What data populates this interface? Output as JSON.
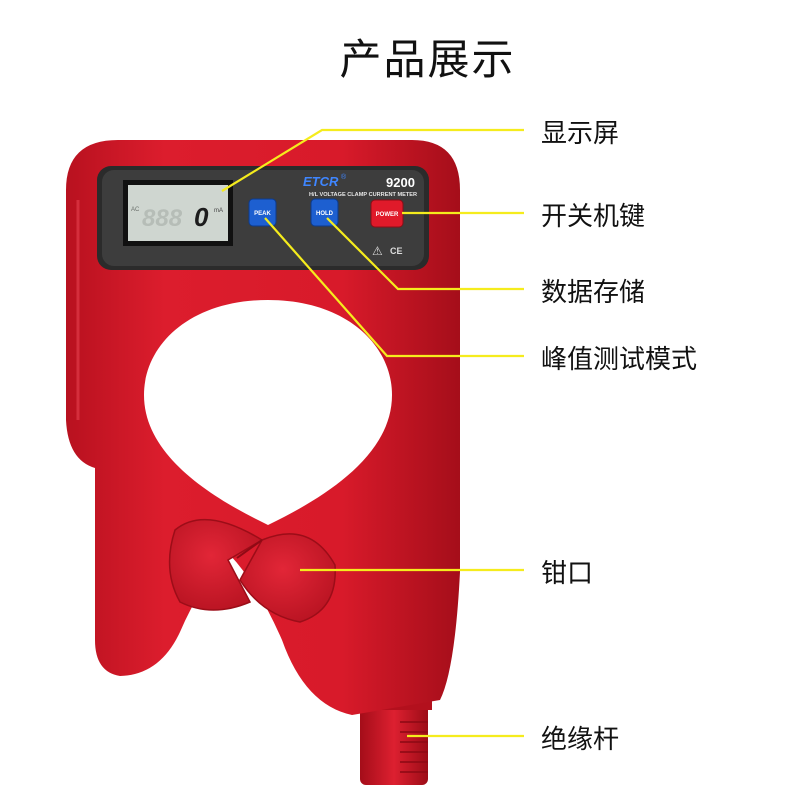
{
  "page": {
    "title": "产品展示"
  },
  "colors": {
    "body_red": "#d7192a",
    "panel": "#3d3d3d",
    "button_blue": "#1d5fd0",
    "button_red": "#e01a2a",
    "callout_line": "#f5ec1d",
    "lcd_bg": "#cfd6d0"
  },
  "device": {
    "brand": "ETCR",
    "brand_mark": "®",
    "model": "9200",
    "subtitle": "H/L VOLTAGE CLAMP CURRENT METER",
    "lcd": {
      "mode_label": "AC",
      "digits_faint": "888",
      "digit": "0",
      "unit": "mA"
    },
    "buttons": [
      {
        "label": "PEAK"
      },
      {
        "label": "HOLD"
      },
      {
        "label": "POWER"
      }
    ],
    "marks": {
      "warning": "⚠",
      "ce": "CE"
    }
  },
  "callouts": [
    {
      "label": "显示屏"
    },
    {
      "label": "开关机键"
    },
    {
      "label": "数据存储"
    },
    {
      "label": "峰值测试模式"
    },
    {
      "label": "钳口"
    },
    {
      "label": "绝缘杆"
    }
  ]
}
